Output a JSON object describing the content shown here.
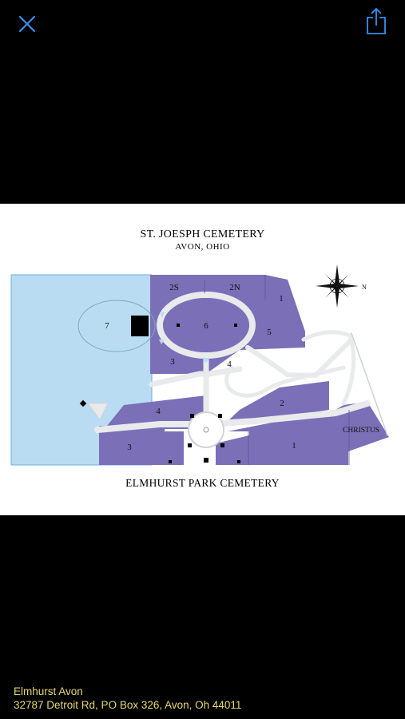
{
  "toolbar": {
    "close_icon": "close-icon",
    "share_icon": "share-icon"
  },
  "map": {
    "title": "ST. JOESPH CEMETERY",
    "subtitle": "AVON, OHIO",
    "bottom_title": "ELMHURST PARK CEMETERY",
    "compass_label": "N",
    "sections": {
      "s2S": "2S",
      "s2N": "2N",
      "s1_top": "1",
      "s7": "7",
      "s6": "6",
      "s5": "5",
      "s3_top": "3",
      "s4_top": "4",
      "s2": "2",
      "s4_lower": "4",
      "s3_lower": "3",
      "s1_lower": "1",
      "christus": "CHRISTUS"
    },
    "colors": {
      "section_fill": "#7b6fb7",
      "water": "#b9dcf2",
      "road": "#e8eaec"
    }
  },
  "footer": {
    "name": "Elmhurst Avon",
    "address": "32787 Detroit Rd, PO Box 326, Avon, Oh 44011"
  }
}
